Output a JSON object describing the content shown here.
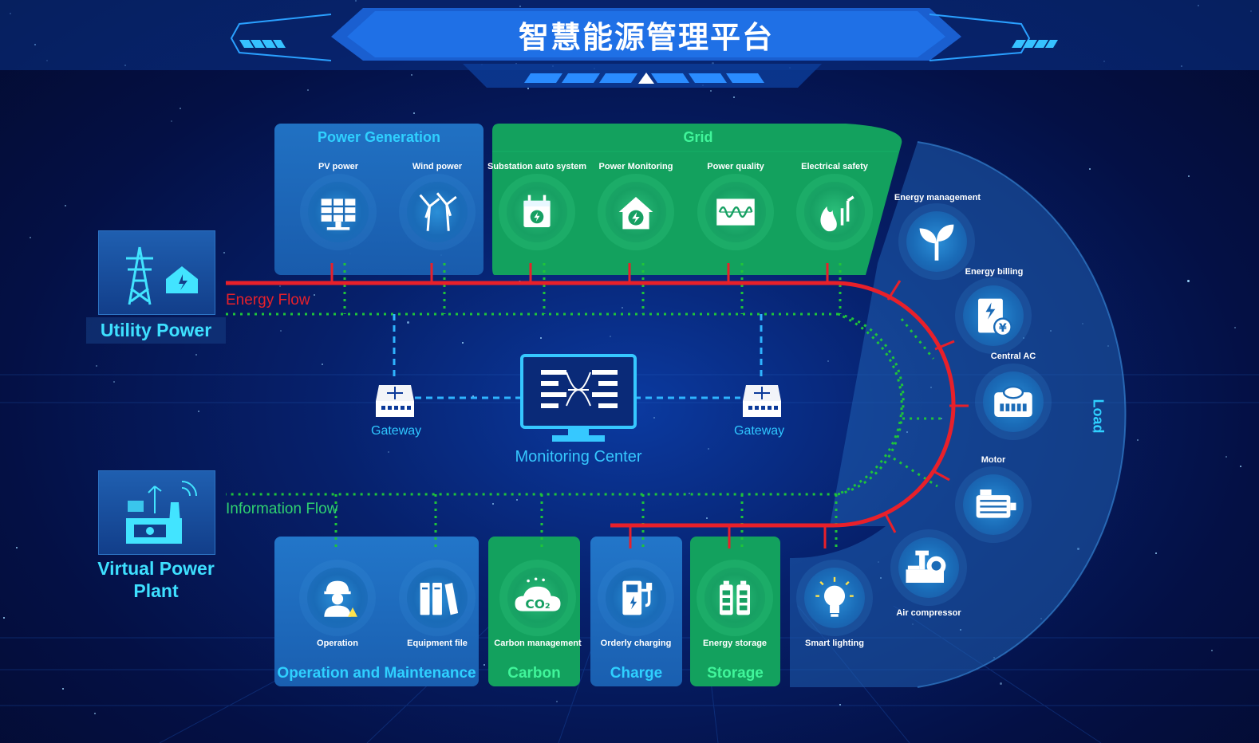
{
  "title": "智慧能源管理平台",
  "utility": {
    "label": "Utility Power"
  },
  "vpp": {
    "label_line1": "Virtual Power",
    "label_line2": "Plant"
  },
  "flows": {
    "energy": "Energy Flow",
    "information": "Information Flow"
  },
  "gateway_label": "Gateway",
  "monitoring": {
    "label": "Monitoring Center"
  },
  "power_generation": {
    "title": "Power Generation",
    "items": [
      {
        "label": "PV power",
        "icon": "solar-panel-icon"
      },
      {
        "label": "Wind power",
        "icon": "wind-turbine-icon"
      }
    ]
  },
  "grid": {
    "title": "Grid",
    "items": [
      {
        "label": "Substation auto system",
        "icon": "substation-icon"
      },
      {
        "label": "Power Monitoring",
        "icon": "house-lightning-icon"
      },
      {
        "label": "Power quality",
        "icon": "waveform-icon"
      },
      {
        "label": "Electrical safety",
        "icon": "fire-icon"
      }
    ]
  },
  "load": {
    "title": "Load",
    "items": [
      {
        "label": "Energy management",
        "icon": "sprout-icon"
      },
      {
        "label": "Energy billing",
        "icon": "billing-icon"
      },
      {
        "label": "Central AC",
        "icon": "ac-unit-icon"
      },
      {
        "label": "Motor",
        "icon": "motor-icon"
      },
      {
        "label": "Air compressor",
        "icon": "compressor-icon"
      }
    ]
  },
  "bottom": {
    "om": {
      "title": "Operation and Maintenance",
      "items": [
        {
          "label": "Operation",
          "icon": "worker-icon"
        },
        {
          "label": "Equipment file",
          "icon": "files-icon"
        }
      ]
    },
    "carbon": {
      "title": "Carbon",
      "items": [
        {
          "label": "Carbon management",
          "icon": "co2-cloud-icon"
        }
      ]
    },
    "charge": {
      "title": "Charge",
      "items": [
        {
          "label": "Orderly charging",
          "icon": "charger-icon"
        }
      ]
    },
    "storage": {
      "title": "Storage",
      "items": [
        {
          "label": "Energy storage",
          "icon": "battery-icon"
        }
      ]
    },
    "lighting": {
      "items": [
        {
          "label": "Smart lighting",
          "icon": "bulb-icon"
        }
      ]
    }
  },
  "co2_text": "CO₂",
  "colors": {
    "energy_line": "#e8202a",
    "info_line": "#1fc43a",
    "gateway_line": "#2fb4ff",
    "accent": "#2fd0ff",
    "green_accent": "#40f59a"
  }
}
